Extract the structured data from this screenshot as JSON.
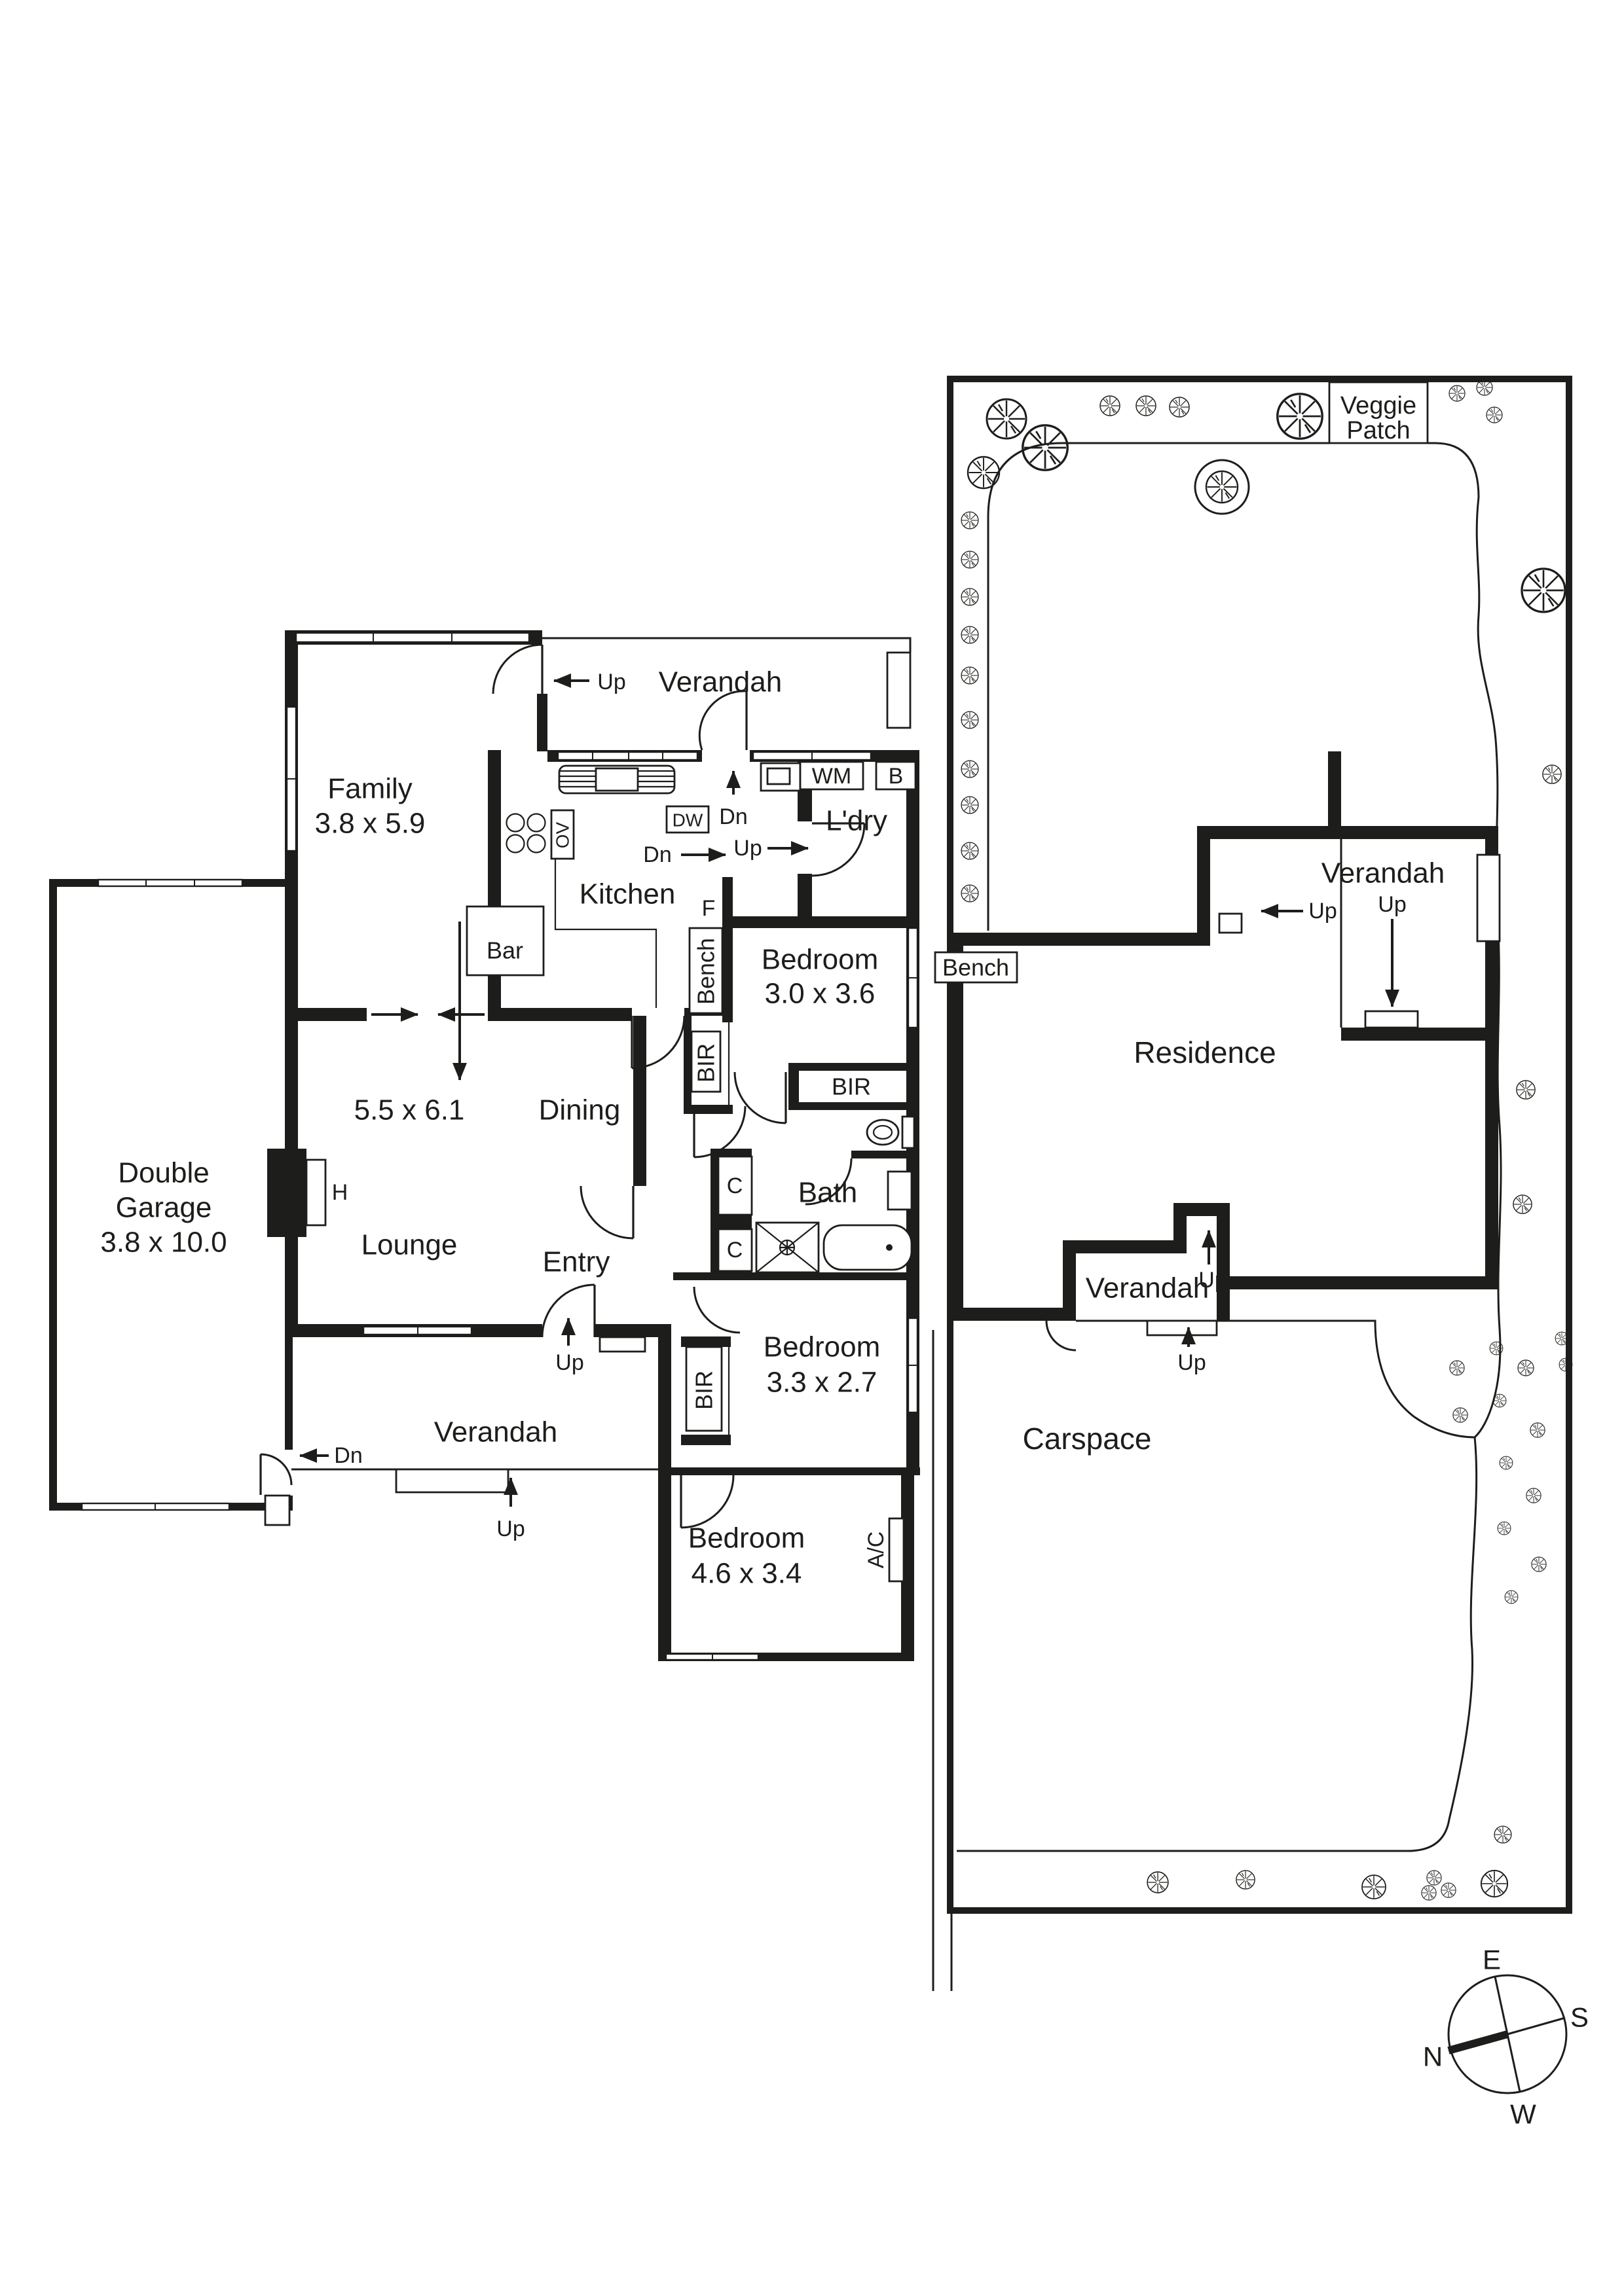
{
  "floor_plan": {
    "family": {
      "name": "Family",
      "dims": "3.8 x 5.9"
    },
    "living": {
      "dims": "5.5 x 6.1",
      "dining": "Dining",
      "lounge": "Lounge"
    },
    "garage": {
      "line1": "Double",
      "line2": "Garage",
      "dims": "3.8 x 10.0"
    },
    "kitchen": "Kitchen",
    "ldry": "L'dry",
    "entry": "Entry",
    "bath": "Bath",
    "bedroom": "Bedroom",
    "bed1_dims": "3.0 x 3.6",
    "bed2_dims": "3.3 x 2.7",
    "bed3_dims": "4.6 x 3.4",
    "verandah": "Verandah",
    "fixtures": {
      "wm": "WM",
      "b": "B",
      "f": "F",
      "h": "H",
      "dw": "DW",
      "ov": "OV",
      "ac": "A/C",
      "bar": "Bar",
      "bench": "Bench",
      "bir": "BIR",
      "c": "C"
    },
    "nav": {
      "up": "Up",
      "dn": "Dn"
    }
  },
  "site_plan": {
    "veggie_patch": {
      "line1": "Veggie",
      "line2": "Patch"
    },
    "residence": "Residence",
    "verandah": "Verandah",
    "carspace": "Carspace",
    "up": "Up"
  },
  "compass": {
    "n": "N",
    "s": "S",
    "e": "E",
    "w": "W"
  }
}
